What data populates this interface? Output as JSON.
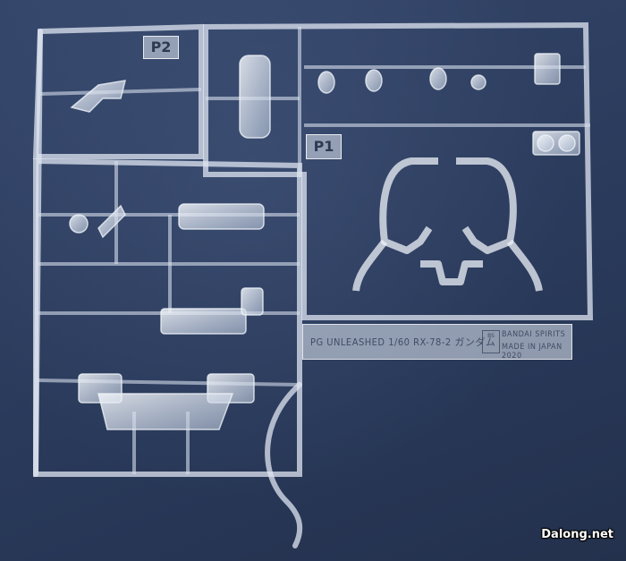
{
  "runner_tags": {
    "p2": "P2",
    "p1": "P1"
  },
  "nameplate": {
    "kit_name": "PG UNLEASHED 1/60 RX-78-2 ガンダム",
    "maker": "BANDAI SPIRITS",
    "origin": "MADE IN JAPAN 2020"
  },
  "watermark": "Dalong.net",
  "colors": {
    "background": "#2b3a58",
    "plastic": "#e6ecf5"
  }
}
